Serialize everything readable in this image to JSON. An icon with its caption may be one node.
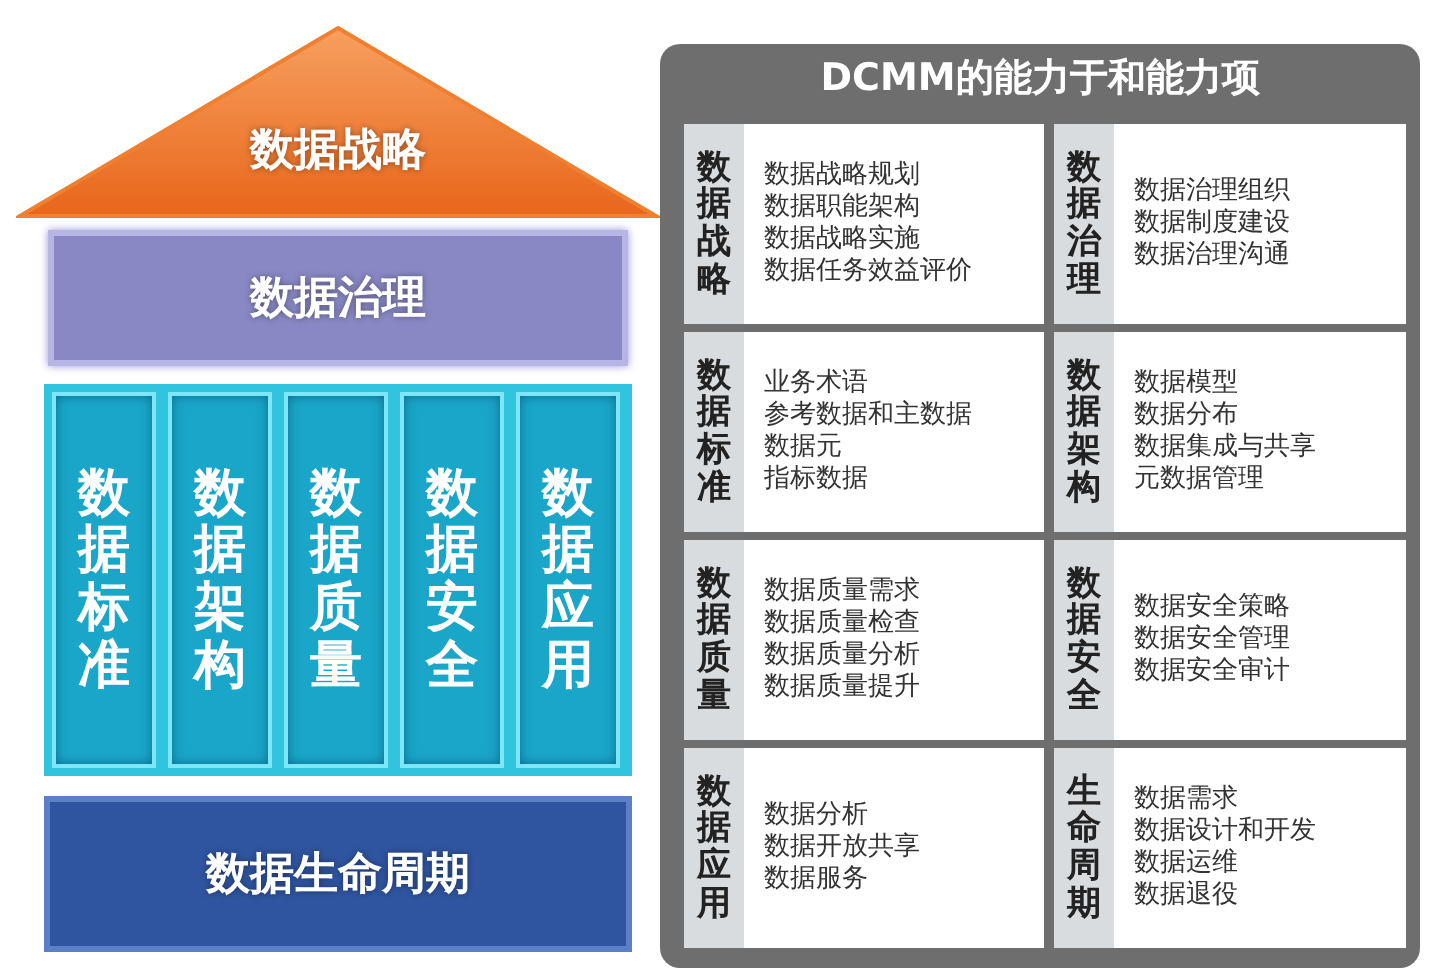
{
  "diagram": {
    "nodes": [
      {
        "text": [
          "数据战略"
        ]
      },
      {
        "text": [
          "数据治理"
        ]
      },
      {
        "text": [],
        "shape": "box"
      },
      {
        "text": [
          "数据标准"
        ],
        "in": 2
      },
      {
        "text": [
          "数据架构"
        ],
        "in": 2
      },
      {
        "text": [
          "数据质量"
        ],
        "in": 2
      },
      {
        "text": [
          "数据安全"
        ],
        "in": 2
      },
      {
        "text": [
          "数据应用"
        ],
        "in": 2
      },
      {
        "text": [
          "数据生命周期"
        ]
      },
      {
        "text": [
          "DCMM的能力于和能力项"
        ]
      },
      {
        "text": [
          "数据战略",
          "数据战略规划",
          "数据职能架构",
          "数据战略实施",
          "数据任务效益评价"
        ],
        "in": 9
      },
      {
        "text": [
          "数据治理",
          "数据治理组织",
          "数据制度建设",
          "数据治理沟通"
        ],
        "in": 9
      },
      {
        "text": [
          "数据标准",
          "业务术语",
          "参考数据和主数据",
          "数据元",
          "指标数据"
        ],
        "in": 9
      },
      {
        "text": [
          "数据架构",
          "数据模型",
          "数据分布",
          "数据集成与共享",
          "元数据管理"
        ],
        "in": 9
      },
      {
        "text": [
          "数据质量",
          "数据质量需求",
          "数据质量检查",
          "数据质量分析",
          "数据质量提升"
        ],
        "in": 9
      },
      {
        "text": [
          "数据安全",
          "数据安全策略",
          "数据安全管理",
          "数据安全审计"
        ],
        "in": 9
      },
      {
        "text": [
          "数据应用",
          "数据分析",
          "数据开放共享",
          "数据服务"
        ],
        "in": 9
      },
      {
        "text": [
          "生命周期",
          "数据需求",
          "数据设计和开发",
          "数据运维",
          "数据退役"
        ],
        "in": 9
      }
    ]
  }
}
